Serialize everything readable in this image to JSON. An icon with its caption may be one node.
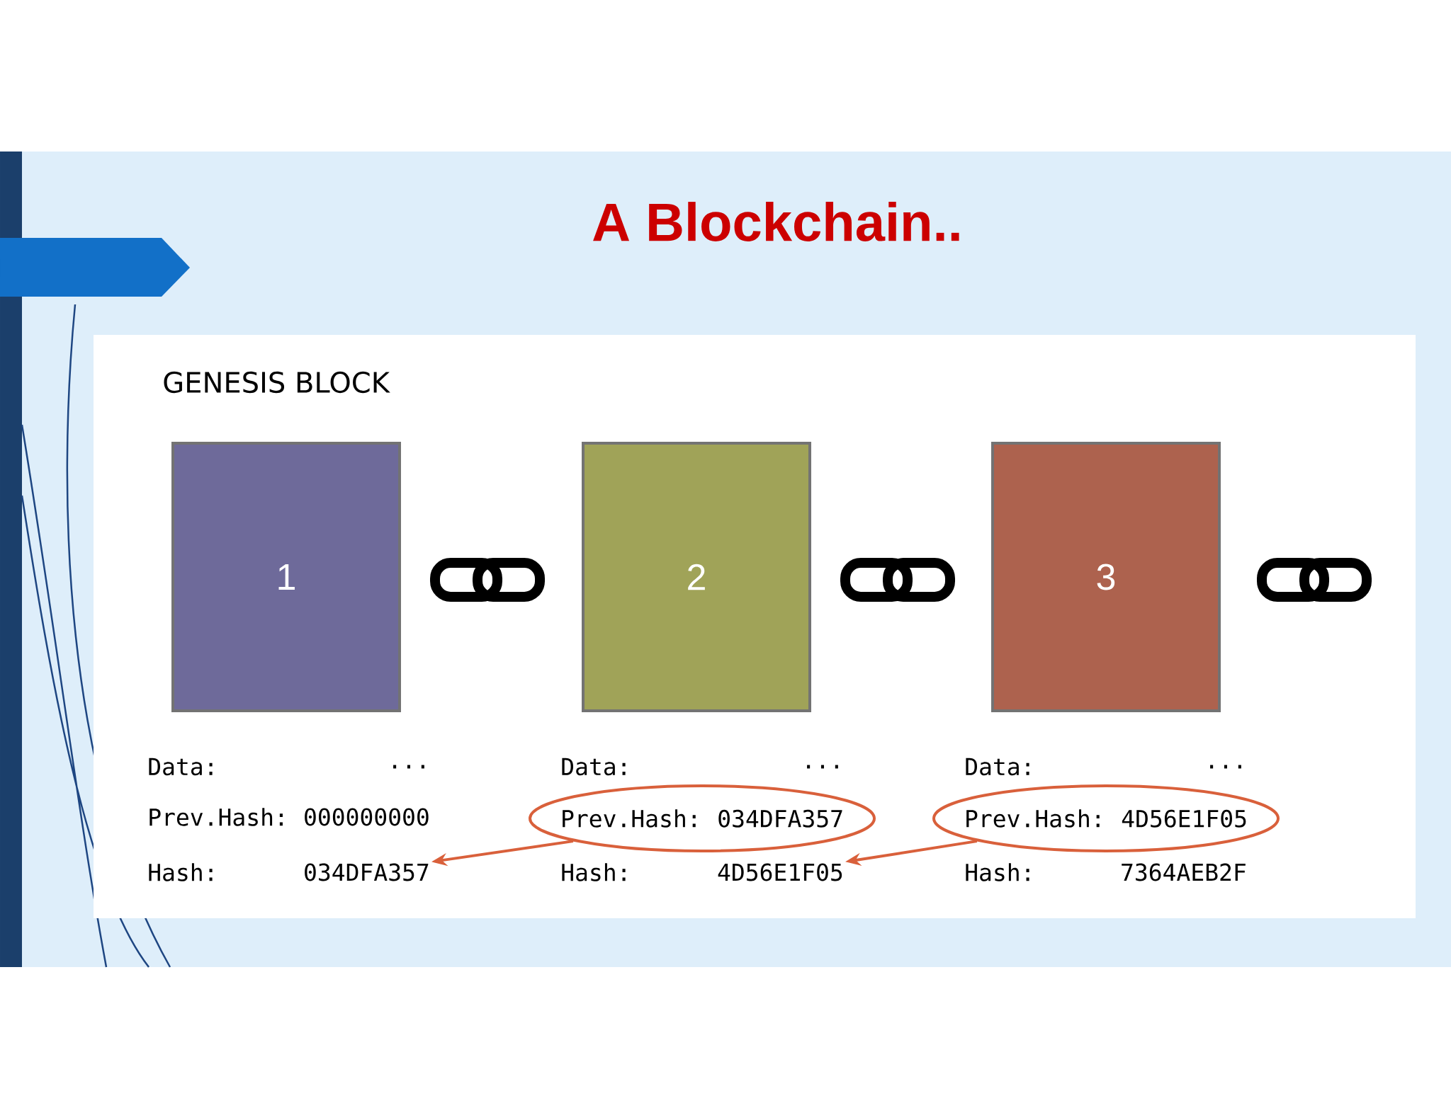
{
  "diagram": {
    "title": "A Blockchain..",
    "nodes": [
      {
        "text": [
          "1"
        ]
      },
      {
        "text": [
          "2"
        ]
      },
      {
        "text": [
          "3"
        ]
      },
      {
        "text": [
          "Prev.Hash:",
          "034DFA357"
        ]
      },
      {
        "text": [
          "Prev.Hash:",
          "4D56E1F05"
        ]
      },
      {
        "text": [
          "034DFA357"
        ]
      },
      {
        "text": [
          "4D56E1F05"
        ]
      }
    ],
    "edges": [
      {
        "from": 3,
        "to": 5,
        "arrow": "to"
      },
      {
        "from": 4,
        "to": 6,
        "arrow": "to"
      }
    ],
    "labels": [
      "GENESIS BLOCK",
      "Data:",
      "...",
      "Data:",
      "...",
      "Data:",
      "...",
      "Prev.Hash:",
      "000000000",
      "Hash:",
      "Hash:",
      "Hash:",
      "7364AEB2F"
    ]
  }
}
